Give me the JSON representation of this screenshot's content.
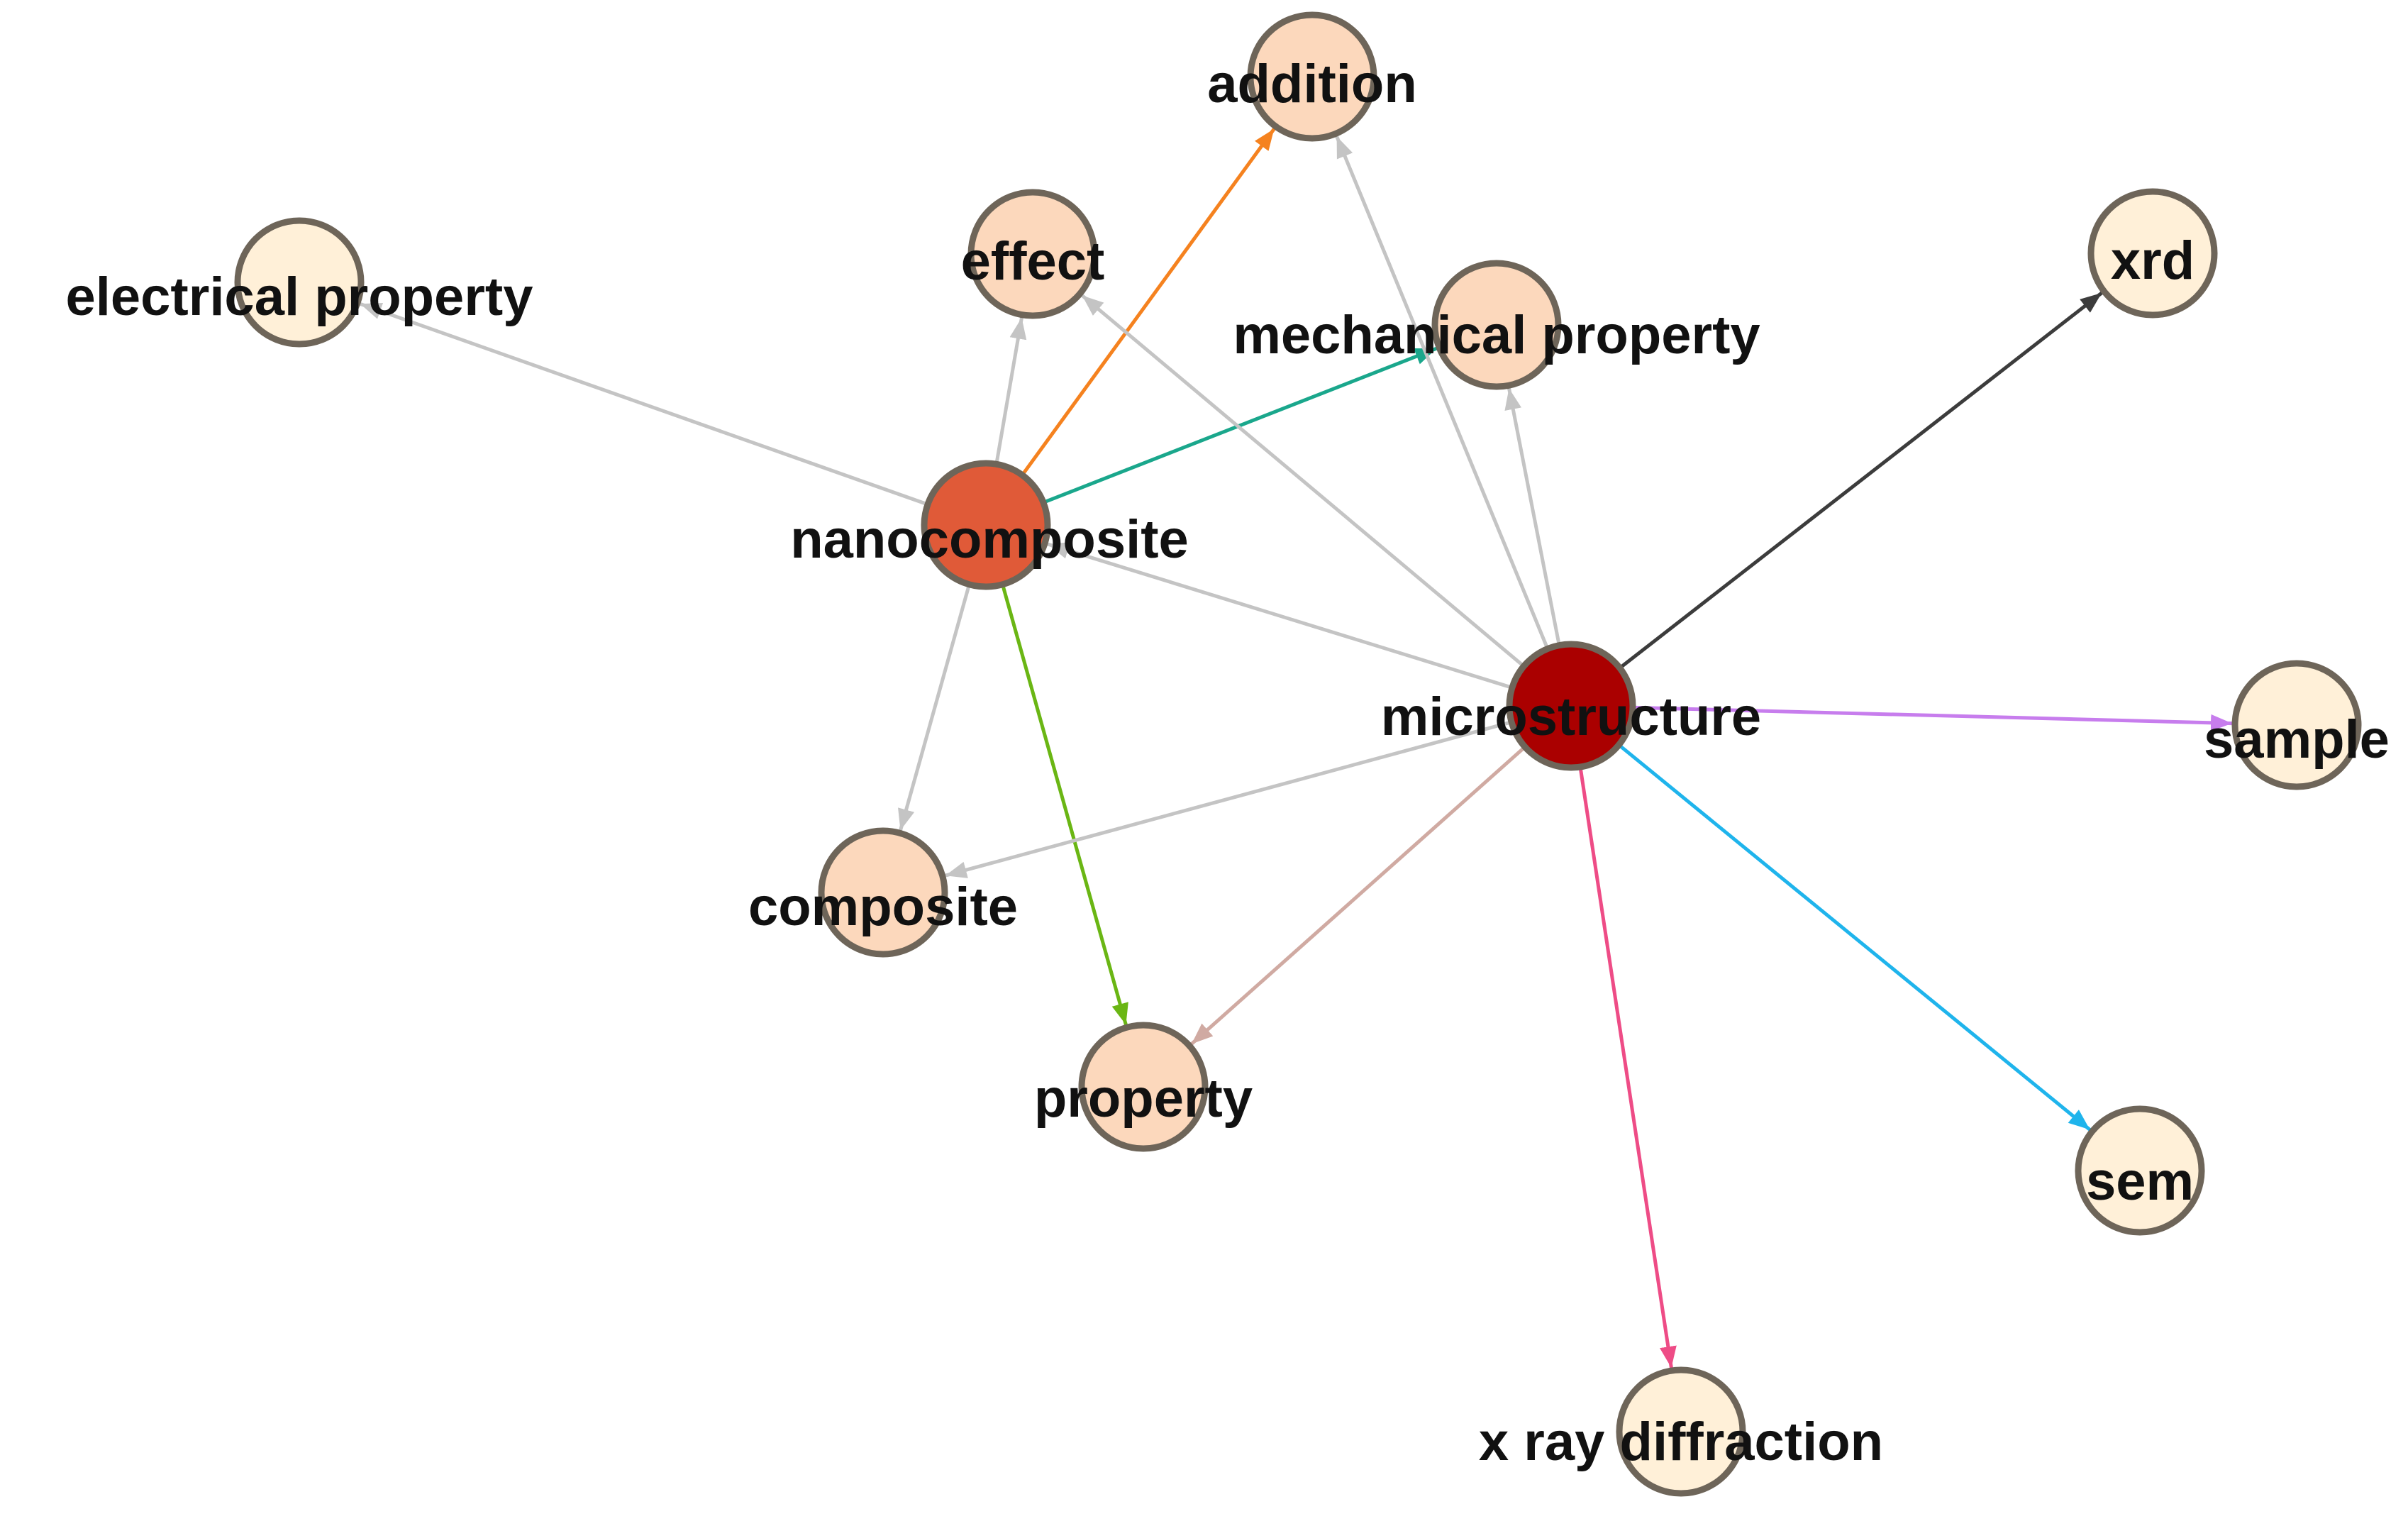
{
  "graph": {
    "nodes": [
      {
        "id": "addition",
        "label": "addition",
        "tier": "mid"
      },
      {
        "id": "effect",
        "label": "effect",
        "tier": "mid"
      },
      {
        "id": "electrical_property",
        "label": "electrical property",
        "tier": "low"
      },
      {
        "id": "mechanical_property",
        "label": "mechanical property",
        "tier": "mid"
      },
      {
        "id": "xrd",
        "label": "xrd",
        "tier": "low"
      },
      {
        "id": "nanocomposite",
        "label": "nanocomposite",
        "tier": "high"
      },
      {
        "id": "microstructure",
        "label": "microstructure",
        "tier": "top"
      },
      {
        "id": "sample",
        "label": "sample",
        "tier": "low"
      },
      {
        "id": "composite",
        "label": "composite",
        "tier": "mid"
      },
      {
        "id": "property",
        "label": "property",
        "tier": "mid"
      },
      {
        "id": "sem",
        "label": "sem",
        "tier": "low"
      },
      {
        "id": "x_ray_diffraction",
        "label": "x ray diffraction",
        "tier": "low"
      }
    ],
    "edges": [
      {
        "source": "nanocomposite",
        "target": "electrical_property",
        "color": "#c4c4c4"
      },
      {
        "source": "nanocomposite",
        "target": "effect",
        "color": "#c4c4c4"
      },
      {
        "source": "nanocomposite",
        "target": "addition",
        "color": "#f5821f"
      },
      {
        "source": "nanocomposite",
        "target": "mechanical_property",
        "color": "#1aa78c"
      },
      {
        "source": "nanocomposite",
        "target": "composite",
        "color": "#c4c4c4"
      },
      {
        "source": "nanocomposite",
        "target": "property",
        "color": "#6ab614"
      },
      {
        "source": "microstructure",
        "target": "nanocomposite",
        "color": "#c4c4c4"
      },
      {
        "source": "microstructure",
        "target": "effect",
        "color": "#c4c4c4"
      },
      {
        "source": "microstructure",
        "target": "addition",
        "color": "#c4c4c4"
      },
      {
        "source": "microstructure",
        "target": "mechanical_property",
        "color": "#c4c4c4"
      },
      {
        "source": "microstructure",
        "target": "xrd",
        "color": "#3c3c3c"
      },
      {
        "source": "microstructure",
        "target": "sample",
        "color": "#c77ded"
      },
      {
        "source": "microstructure",
        "target": "sem",
        "color": "#1fb4ec"
      },
      {
        "source": "microstructure",
        "target": "x_ray_diffraction",
        "color": "#ee4c86"
      },
      {
        "source": "microstructure",
        "target": "property",
        "color": "#d0aaa2"
      },
      {
        "source": "microstructure",
        "target": "composite",
        "color": "#c4c4c4"
      }
    ],
    "tier_colors": {
      "top": "#aa0000",
      "high": "#e05a38",
      "mid": "#fcd8bc",
      "low": "#fff0d8"
    }
  }
}
